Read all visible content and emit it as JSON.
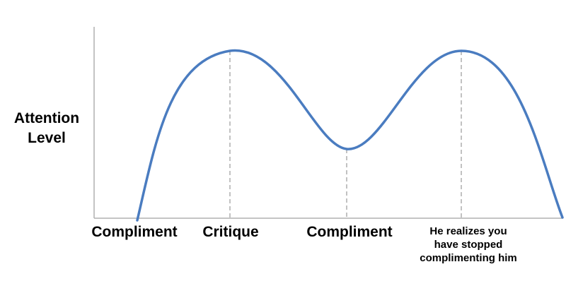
{
  "y_axis": {
    "label_lines": [
      "Attention",
      "Level"
    ]
  },
  "x_labels": {
    "first": "Compliment",
    "second": "Critique",
    "third": "Compliment",
    "fourth_lines": [
      "He realizes you",
      "have stopped",
      "complimenting him"
    ]
  },
  "colors": {
    "curve": "#4a7cc0",
    "axis": "#b0b0b0",
    "guide": "#9a9a9a",
    "text": "#000000"
  },
  "curve": {
    "shape": "two peaks of equal height with a shallow valley between them; starts and ends at the baseline",
    "guides_at": [
      "Critique peak",
      "Compliment valley",
      "final peak"
    ]
  }
}
